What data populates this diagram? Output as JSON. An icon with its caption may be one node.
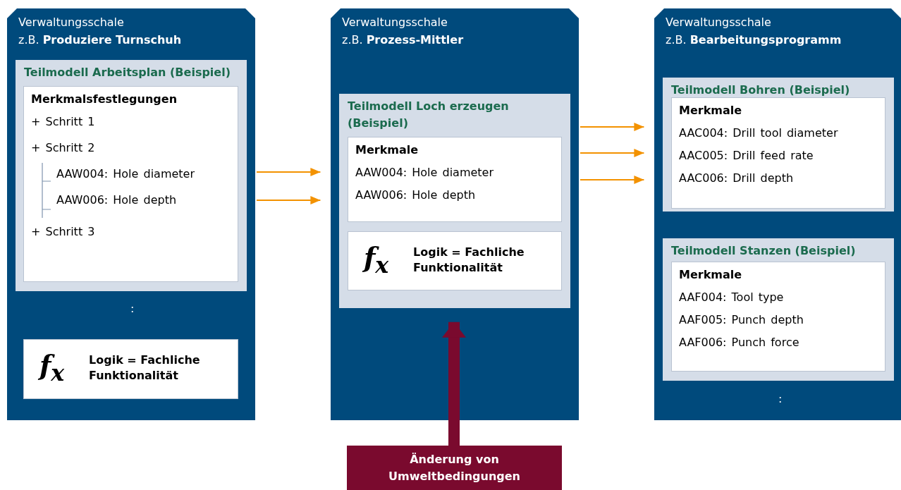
{
  "diagram": {
    "nodes": [
      {
        "text": [
          "Verwaltungsschale",
          "z.B. **Produziere Turnschuh**"
        ]
      },
      {
        "text": [
          "Teilmodell Arbeitsplan (Beispiel)"
        ],
        "in": 0
      },
      {
        "text": [
          "Merkmalsfestlegungen",
          "+ Schritt 1",
          "+ Schritt 2",
          "AAW004: Hole diameter",
          "AAW006: Hole depth",
          "+ Schritt 3"
        ],
        "in": 1
      },
      {
        "text": [
          "f$_{x}$",
          "Logik = Fachliche Funktionalität"
        ],
        "in": 0
      },
      {
        "text": [
          "Verwaltungsschale",
          "z.B. **Prozess-Mittler**"
        ]
      },
      {
        "text": [
          "Teilmodell Loch erzeugen (Beispiel)"
        ],
        "in": 4
      },
      {
        "text": [
          "Merkmale",
          "AAW004: Hole diameter",
          "AAW006: Hole depth"
        ],
        "in": 5
      },
      {
        "text": [
          "f$_{x}$",
          "Logik = Fachliche Funktionalität"
        ],
        "in": 5
      },
      {
        "text": [
          "Verwaltungsschale",
          "z.B. **Bearbeitungsprogramm**"
        ]
      },
      {
        "text": [
          "Teilmodell Bohren (Beispiel)"
        ],
        "in": 8
      },
      {
        "text": [
          "Merkmale",
          "AAC004: Drill tool diameter",
          "AAC005: Drill feed rate",
          "AAC006: Drill depth"
        ],
        "in": 9
      },
      {
        "text": [
          "Teilmodell Stanzen (Beispiel)"
        ],
        "in": 8
      },
      {
        "text": [
          "Merkmale",
          "AAF004: Tool type",
          "AAF005: Punch depth",
          "AAF006: Punch force"
        ],
        "in": 11
      },
      {
        "text": [
          "Änderung von Umweltbedingungen"
        ]
      }
    ],
    "edges": [
      {
        "from": 0,
        "to": 4,
        "arrow": "to"
      },
      {
        "from": 0,
        "to": 4,
        "arrow": "to"
      },
      {
        "from": 4,
        "to": 8,
        "arrow": "to"
      },
      {
        "from": 4,
        "to": 8,
        "arrow": "to"
      },
      {
        "from": 4,
        "to": 8,
        "arrow": "to"
      },
      {
        "from": 13,
        "to": 5,
        "arrow": "to",
        "style": "thick",
        "color": "#7a0a2e"
      }
    ],
    "labels": [
      ":",
      ":"
    ]
  }
}
